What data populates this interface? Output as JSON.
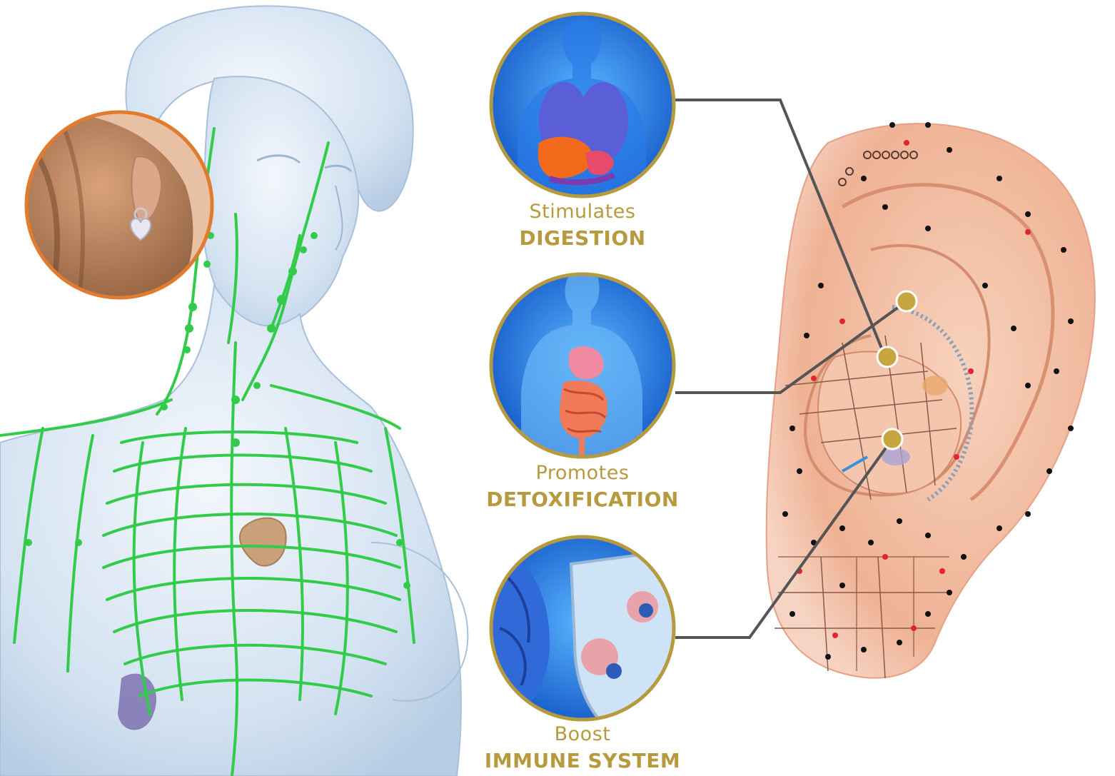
{
  "benefits": [
    {
      "line1": "Stimulates",
      "line2": "DIGESTION",
      "icon": "digestion-organs-icon"
    },
    {
      "line1": "Promotes",
      "line2": "DETOXIFICATION",
      "icon": "intestines-icon"
    },
    {
      "line1": "Boost",
      "line2": "IMMUNE SYSTEM",
      "icon": "immune-shield-icon"
    }
  ],
  "colors": {
    "gold": "#b89a3e",
    "lymph_green": "#33cc4a",
    "body_blue": "#cfdff0",
    "ear_skin": "#f1b59a",
    "inset_border": "#e07b2f"
  }
}
